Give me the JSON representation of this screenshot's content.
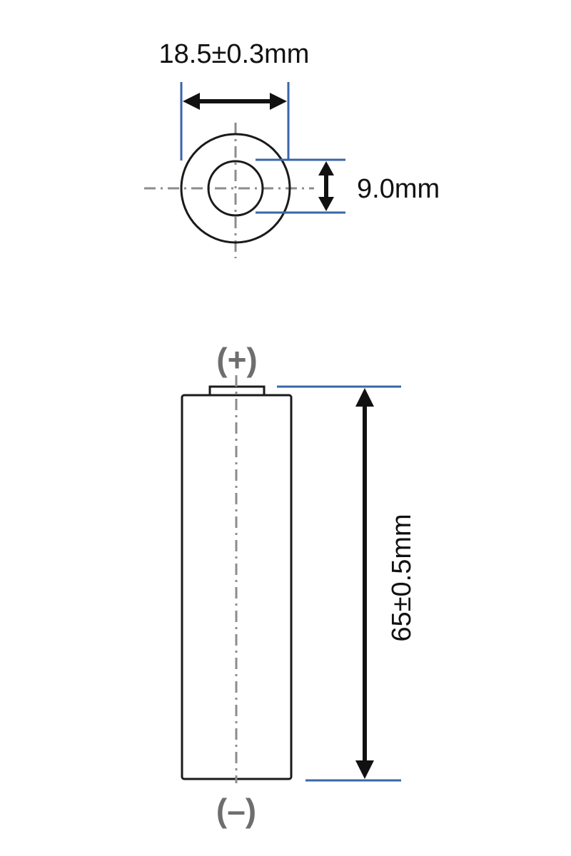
{
  "top_view": {
    "diameter_label": "18.5±0.3mm",
    "hole_label": "9.0mm"
  },
  "side_view": {
    "length_label": "65±0.5mm",
    "positive_label": "(+)",
    "negative_label": "(–)"
  },
  "colors": {
    "outline": "#1a1a1a",
    "extension_line": "#3a66a8",
    "center_line": "#8c8c8c",
    "pole_label": "#6e6e6e"
  }
}
